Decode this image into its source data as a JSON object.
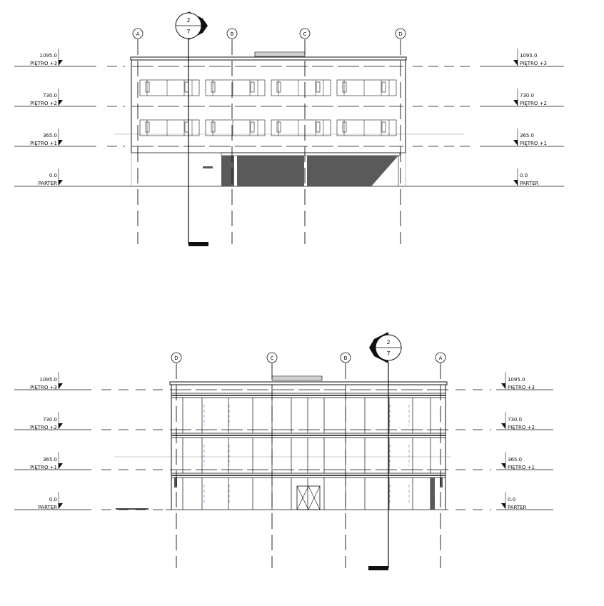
{
  "elevations": [
    {
      "id": "north",
      "levels": [
        {
          "value": "1095.0",
          "name": "PIĘTRO +3"
        },
        {
          "value": "730.0",
          "name": "PIĘTRO +2"
        },
        {
          "value": "365.0",
          "name": "PIĘTRO +1"
        },
        {
          "value": "0.0",
          "name": "PARTER"
        }
      ],
      "grids": [
        "A",
        "B",
        "C",
        "D"
      ],
      "section": {
        "number": "2",
        "sheet": "7"
      }
    },
    {
      "id": "south",
      "levels": [
        {
          "value": "1095.0",
          "name": "PIĘTRO +3"
        },
        {
          "value": "730.0",
          "name": "PIĘTRO +2"
        },
        {
          "value": "365.0",
          "name": "PIĘTRO +1"
        },
        {
          "value": "0.0",
          "name": "PARTER"
        }
      ],
      "grids": [
        "D",
        "C",
        "B",
        "A"
      ],
      "section": {
        "number": "2",
        "sheet": "7"
      }
    }
  ],
  "colors": {
    "line": "#111111",
    "dark_fill": "#5a5a5a",
    "glass_accent": "#8a8fc8"
  }
}
